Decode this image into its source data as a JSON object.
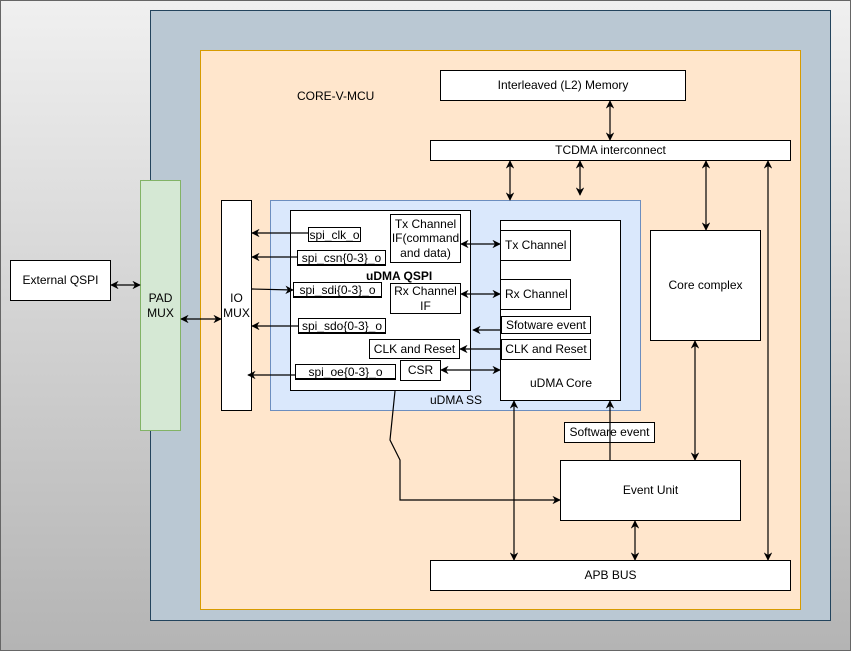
{
  "diagram": {
    "containers": {
      "mcu_label": "CORE-V-MCU",
      "udma_ss_label": "uDMA SS",
      "udma_qspi_label": "uDMA QSPI",
      "udma_core_label": "uDMA Core"
    },
    "blocks": {
      "external_qspi": "External QSPI",
      "pad_mux": "PAD MUX",
      "io_mux": "IO MUX",
      "l2_memory": "Interleaved (L2) Memory",
      "tcdma": "TCDMA interconnect",
      "core_complex": "Core complex",
      "event_unit": "Event Unit",
      "apb_bus": "APB BUS",
      "software_event": "Software event"
    },
    "qspi_signals": [
      "spi_clk_o",
      "spi_csn{0-3}_o",
      "spi_sdi{0-3}_o",
      "spi_sdo{0-3}_o",
      "spi_oe{0-3}_o"
    ],
    "qspi_sub": {
      "tx_if": "Tx Channel IF(command and data)",
      "rx_if": "Rx Channel IF",
      "clk_reset": "CLK and Reset",
      "csr": "CSR"
    },
    "core_sub": {
      "tx_channel": "Tx Channel",
      "rx_channel": "Rx Channel",
      "sw_event": "Sfotware event",
      "clk_reset": "CLK and Reset"
    },
    "colors": {
      "outer_fill": "#bac8d3",
      "mcu_fill": "#ffe6cc",
      "udma_ss_fill": "#dae8fc",
      "pad_mux_fill": "#d5e8d4"
    }
  }
}
